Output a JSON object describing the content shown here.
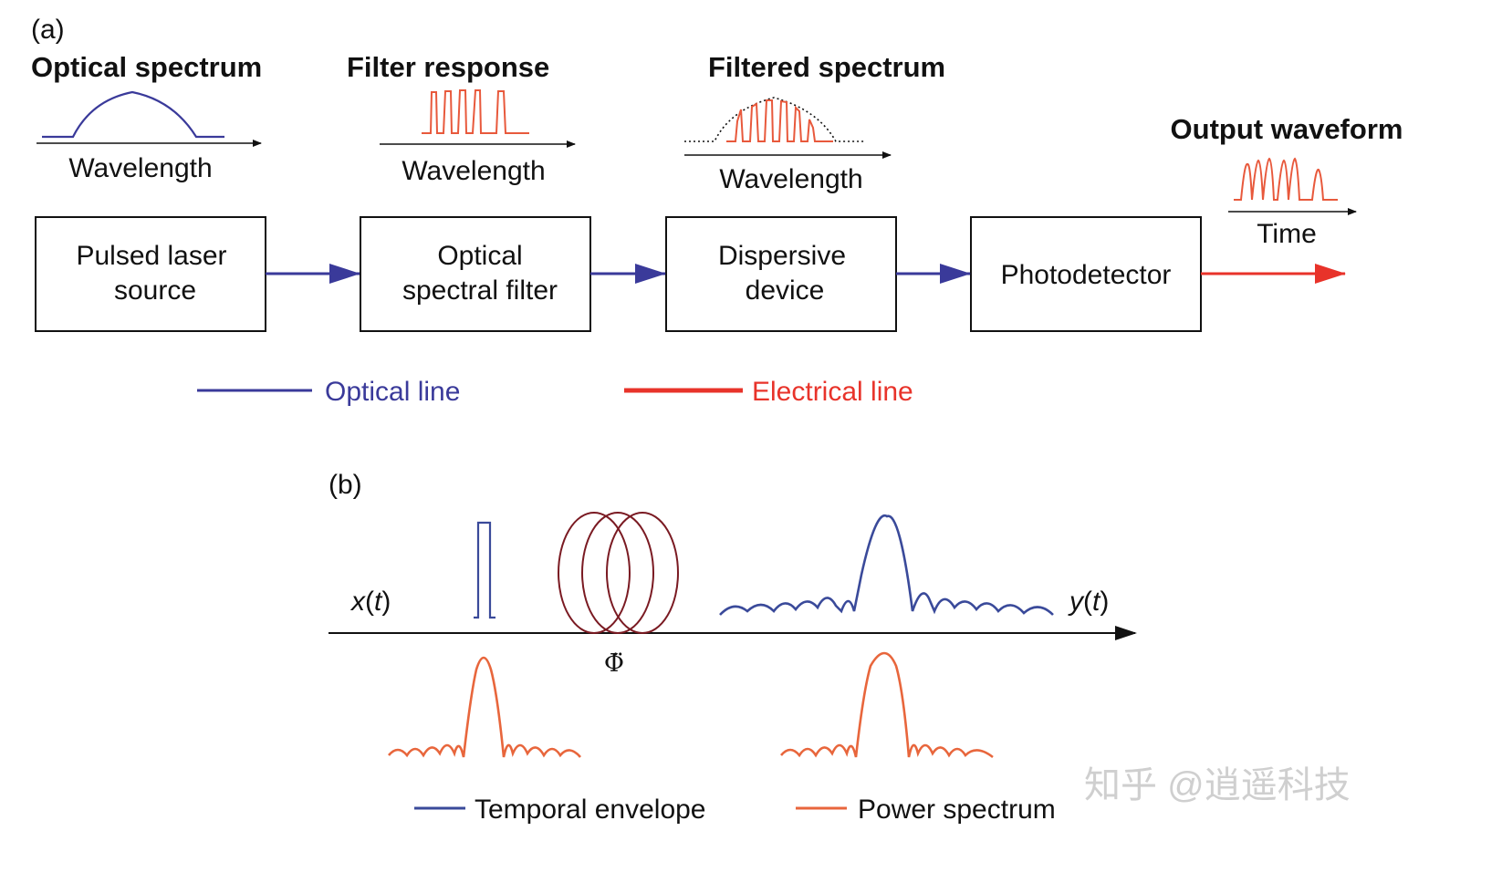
{
  "colors": {
    "optical": "#3A3A9A",
    "electrical": "#E8332A",
    "filter": "#E8593C",
    "fiber": "#7A1A22",
    "temporal": "#3A4A9A",
    "power": "#E8663C",
    "stroke": "#111111",
    "watermark": "#CFCFCF"
  },
  "panel_a": {
    "label": "(a)",
    "spectra": [
      {
        "title": "Optical spectrum",
        "axis": "Wavelength"
      },
      {
        "title": "Filter response",
        "axis": "Wavelength"
      },
      {
        "title": "Filtered spectrum",
        "axis": "Wavelength"
      },
      {
        "title": "Output waveform",
        "axis": "Time"
      }
    ],
    "blocks": [
      {
        "line1": "Pulsed laser",
        "line2": "source"
      },
      {
        "line1": "Optical",
        "line2": "spectral filter"
      },
      {
        "line1": "Dispersive",
        "line2": "device"
      },
      {
        "line1": "Photodetector"
      }
    ],
    "legend": {
      "optical": "Optical line",
      "electrical": "Electrical line"
    }
  },
  "panel_b": {
    "label": "(b)",
    "input": "x",
    "output": "y",
    "time_var": "t",
    "dispersion_symbol": "Φ̈",
    "legend": {
      "temporal": "Temporal envelope",
      "power": "Power spectrum"
    }
  },
  "watermark": "知乎 @逍遥科技"
}
